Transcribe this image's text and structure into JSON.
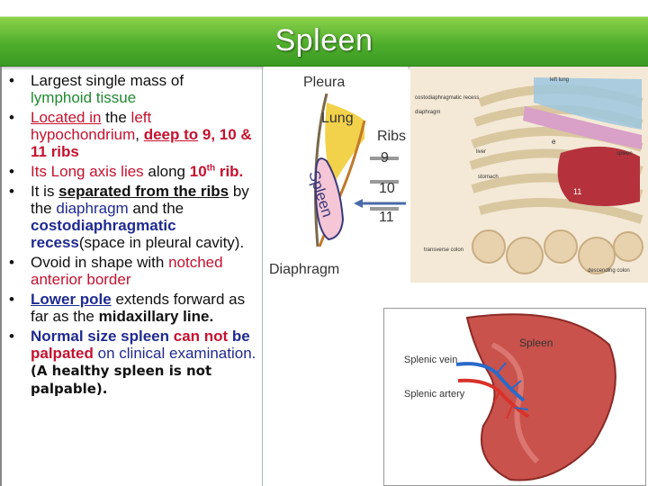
{
  "title": "Spleen",
  "bullets": {
    "b1": {
      "t1": "Largest single mass of",
      "t2": "lymphoid tissue"
    },
    "b2": {
      "t1": "Located in",
      "t2": " the ",
      "t3": "left hypochondrium",
      "t4": ", ",
      "t5": "deep to",
      "t6": " 9, 10 & 11 ribs"
    },
    "b3": {
      "t1": "Its Long axis lies",
      "t2": " along ",
      "t3": "10",
      "t4": "th",
      "t5": " rib."
    },
    "b4": {
      "t1": "It is ",
      "t2": "separated from the ribs",
      "t3": " by the ",
      "t4": "diaphragm",
      "t5": " and the ",
      "t6": "costodiaphragmatic recess",
      "t7": "(space in pleural cavity)."
    },
    "b5": {
      "t1": "Ovoid in shape with ",
      "t2": "notched anterior border"
    },
    "b6": {
      "t1": "Lower pole",
      "t2": " extends forward as far as the ",
      "t3": "midaxillary line."
    },
    "b7": {
      "t1": "Normal size spleen ",
      "t2": "can not",
      "t3": " be ",
      "t4": "palpated",
      "t5": " on clinical examination. ",
      "t6": "(A healthy spleen is not palpable)."
    }
  },
  "diagram1": {
    "pleura": "Pleura",
    "lung": "Lung",
    "ribs": "Ribs",
    "rib9": "9",
    "rib10": "10",
    "rib11": "11",
    "spleen": "Spleen",
    "diaphragm": "Diaphragm",
    "left_lung": "left lung",
    "costo_recess": "costodiaphragmatic recess",
    "diaphragm_small": "diaphragm",
    "liver": "liver",
    "stomach": "stomach",
    "spleen_small": "spleen",
    "transverse_colon": "transverse colon",
    "descending_colon": "descending colon",
    "rib_e": "e",
    "rib_11": "11"
  },
  "diagram2": {
    "spleen": "Spleen",
    "vein": "Splenic vein",
    "artery": "Splenic artery"
  }
}
